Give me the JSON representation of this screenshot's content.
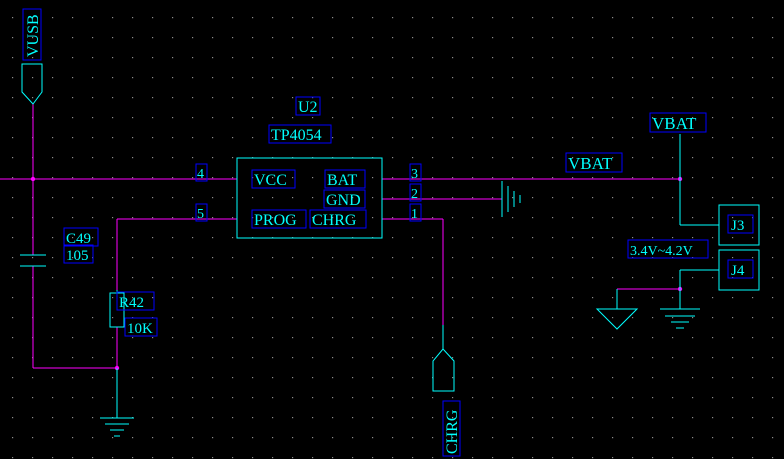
{
  "colors": {
    "background": "#000000",
    "grid_dot": "#8c8c8c",
    "component": "#00ffff",
    "wire": "#ff00ff",
    "label_box": "#0000ff",
    "junction": "#ff00ff"
  },
  "labels": {
    "vusb": "VUSB",
    "u2_ref": "U2",
    "u2_part": "TP4054",
    "pin_vcc": "VCC",
    "pin_prog": "PROG",
    "pin_bat": "BAT",
    "pin_gnd": "GND",
    "pin_chrg": "CHRG",
    "pin4": "4",
    "pin5": "5",
    "pin3": "3",
    "pin2": "2",
    "pin1": "1",
    "net_vbat": "VBAT",
    "vbat_port": "VBAT",
    "j3": "J3",
    "j4": "J4",
    "voltage_range": "3.4V~4.2V",
    "c49_ref": "C49",
    "c49_val": "105",
    "r42_ref": "R42",
    "r42_val": "10K",
    "chrg_port": "CHRG"
  }
}
